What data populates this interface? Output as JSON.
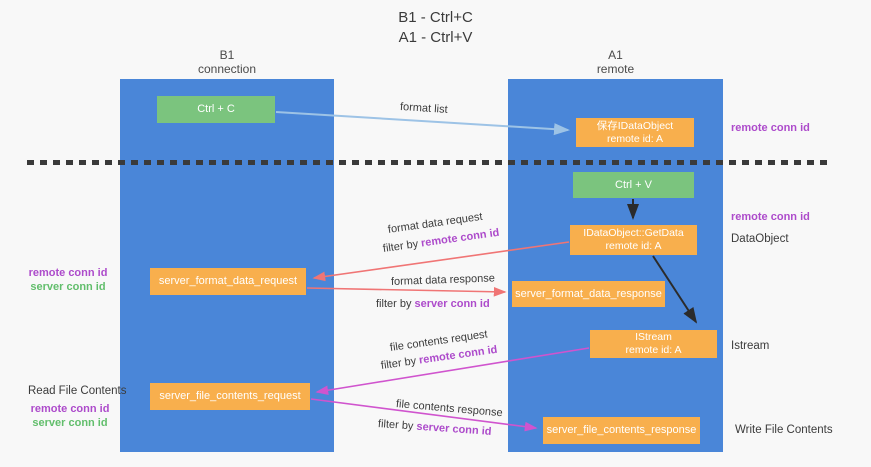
{
  "title": {
    "line1": "B1 - Ctrl+C",
    "line2": "A1 - Ctrl+V"
  },
  "lanes": {
    "left": {
      "name": "B1",
      "role": "connection"
    },
    "right": {
      "name": "A1",
      "role": "remote"
    }
  },
  "nodes": {
    "ctrl_c": "Ctrl + C",
    "save_dataobject": {
      "line1": "保存IDataObject",
      "line2": "remote id: A"
    },
    "ctrl_v": "Ctrl + V",
    "getdata": {
      "line1": "IDataObject::GetData",
      "line2": "remote id: A"
    },
    "format_request_box": "server_format_data_request",
    "format_response_box": "server_format_data_response",
    "istream_box": {
      "line1": "IStream",
      "line2": "remote id: A"
    },
    "file_request_box": "server_file_contents_request",
    "file_response_box": "server_file_contents_response"
  },
  "arrow_labels": {
    "format_list": "format list",
    "format_request": {
      "text": "format data request",
      "filter_prefix": "filter by ",
      "filter_key": "remote conn id"
    },
    "format_response": {
      "text": "format data response",
      "filter_prefix": "filter by ",
      "filter_key": "server conn id"
    },
    "file_request": {
      "text": "file contents request",
      "filter_prefix": "filter by ",
      "filter_key": "remote conn id"
    },
    "file_response": {
      "text": "file contents response",
      "filter_prefix": "filter by ",
      "filter_key": "server conn id"
    }
  },
  "side_labels": {
    "right_conn_top": "remote conn id",
    "right_conn_mid": "remote conn id",
    "dataobject": "DataObject",
    "istream": "Istream",
    "write_file": "Write File Contents",
    "left_remote_conn_1": "remote conn id",
    "left_server_conn_1": "server conn id",
    "read_file": "Read File Contents",
    "left_remote_conn_2": "remote conn id",
    "left_server_conn_2": "server conn id"
  },
  "colors": {
    "lane_blue": "#4A86D8",
    "box_orange": "#F8AF4D",
    "box_green": "#7BC47E",
    "arrow_light_blue": "#9DC3E6",
    "arrow_salmon": "#F07575",
    "arrow_magenta": "#D054CE",
    "arrow_black": "#2B2B2B",
    "text_purple": "#AD4BCB",
    "text_green": "#62BE6C",
    "background": "#F8F8F8"
  }
}
